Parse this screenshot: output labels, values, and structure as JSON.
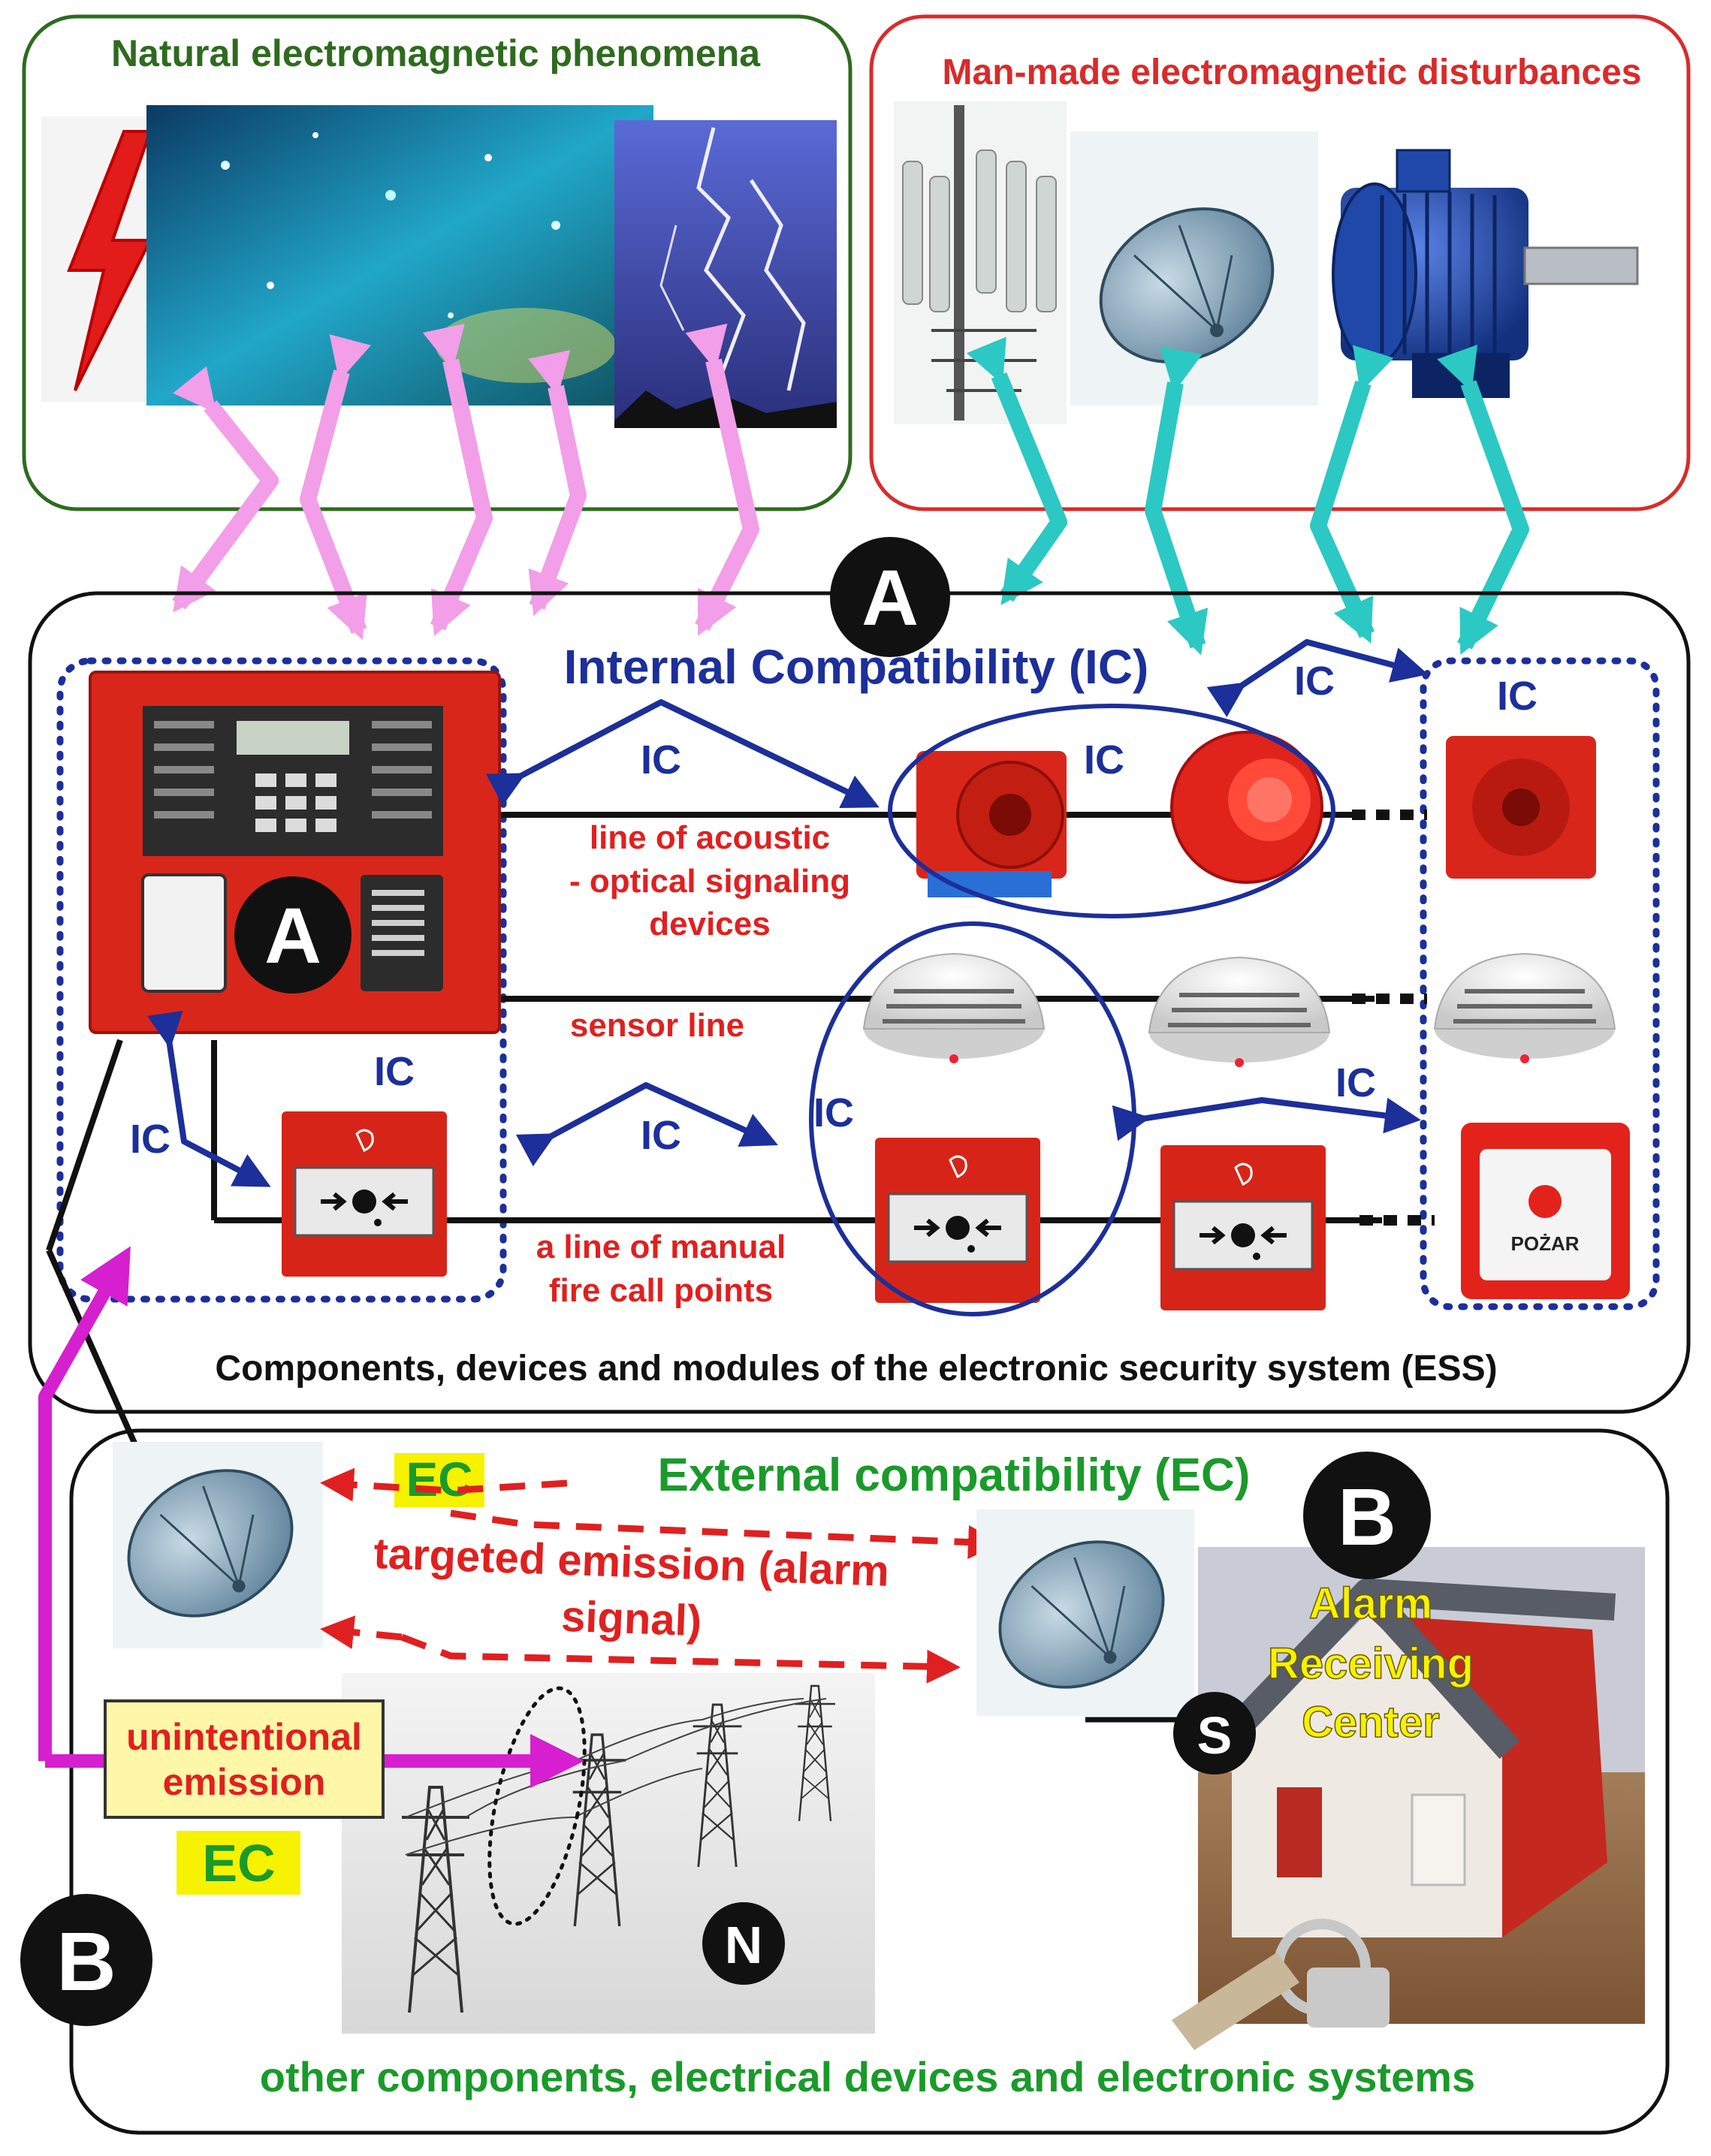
{
  "boxes": {
    "natural_title": "Natural electromagnetic phenomena",
    "manmade_title": "Man-made electromagnetic disturbances",
    "ess_caption": "Components, devices and modules of the electronic security system (ESS)",
    "other_caption": "other components, electrical devices and electronic systems"
  },
  "internal": {
    "title": "Internal Compatibility (IC)",
    "ic_label": "IC",
    "acoustic_line": [
      "line of acoustic",
      "- optical signaling",
      "devices"
    ],
    "sensor_line": "sensor line",
    "manual_line": [
      "a line of manual",
      "fire call points"
    ],
    "call_point_text": "POŻAR"
  },
  "external": {
    "title": "External compatibility (EC)",
    "ec_label": "EC",
    "targeted_emission": [
      "targeted emission (alarm",
      "signal)"
    ],
    "unintentional_emission": [
      "unintentional",
      "emission"
    ],
    "alarm_center": [
      "Alarm",
      "Receiving",
      "Center"
    ]
  },
  "markers": {
    "a": "A",
    "b": "B",
    "s": "S",
    "n": "N"
  },
  "colors": {
    "natural_border": "#2e6b1e",
    "manmade_border": "#d92b2b",
    "natural_arrow": "#f29ee8",
    "manmade_arrow": "#2cc8c4",
    "ic_blue": "#1c2f9a",
    "label_red": "#e02020",
    "ec_green": "#1a9a2a",
    "magenta": "#d61fcf",
    "highlight_yellow": "#f6f200"
  }
}
